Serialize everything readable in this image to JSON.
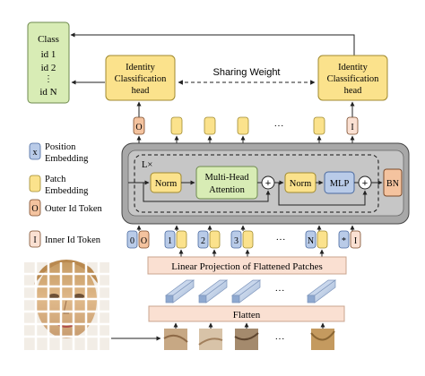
{
  "class_box": {
    "lines": [
      "Class",
      "id 1",
      "id 2",
      "⋮",
      "id N"
    ]
  },
  "heads": {
    "left": {
      "lines": [
        "Identity",
        "Classification",
        "head"
      ]
    },
    "right": {
      "lines": [
        "Identity",
        "Classification",
        "head"
      ]
    },
    "sharing_label": "Sharing Weight"
  },
  "encoder": {
    "repeat_label": "L×",
    "norm1": "Norm",
    "mha_lines": [
      "Multi-Head",
      "Attention"
    ],
    "norm2": "Norm",
    "mlp": "MLP",
    "bn": "BN",
    "plus_symbol": "+"
  },
  "legend": {
    "position": {
      "symbol": "x",
      "lines": [
        "Position",
        "Embedding"
      ]
    },
    "patch": {
      "lines": [
        "Patch",
        "Embedding"
      ]
    },
    "outer": {
      "symbol": "O",
      "label": "Outer Id Token"
    },
    "inner": {
      "symbol": "I",
      "label": "Inner Id Token"
    }
  },
  "output_tokens": {
    "outer_symbol": "O",
    "inner_symbol": "I",
    "ellipsis": "···"
  },
  "input_tokens": {
    "pos_labels": [
      "0",
      "1",
      "2",
      "3",
      "N",
      "*"
    ],
    "outer_symbol": "O",
    "inner_symbol": "I",
    "ellipsis": "···"
  },
  "linear_projection_label": "Linear Projection of Flattened Patches",
  "flatten_label": "Flatten",
  "patch_ellipsis": "···",
  "colors": {
    "yellow": "#fbe28c",
    "green": "#d8ecb5",
    "blue": "#b9cbe8",
    "orange": "#f4c39f",
    "pink": "#fae0d2",
    "gray_panel": "#a8a8a8"
  }
}
